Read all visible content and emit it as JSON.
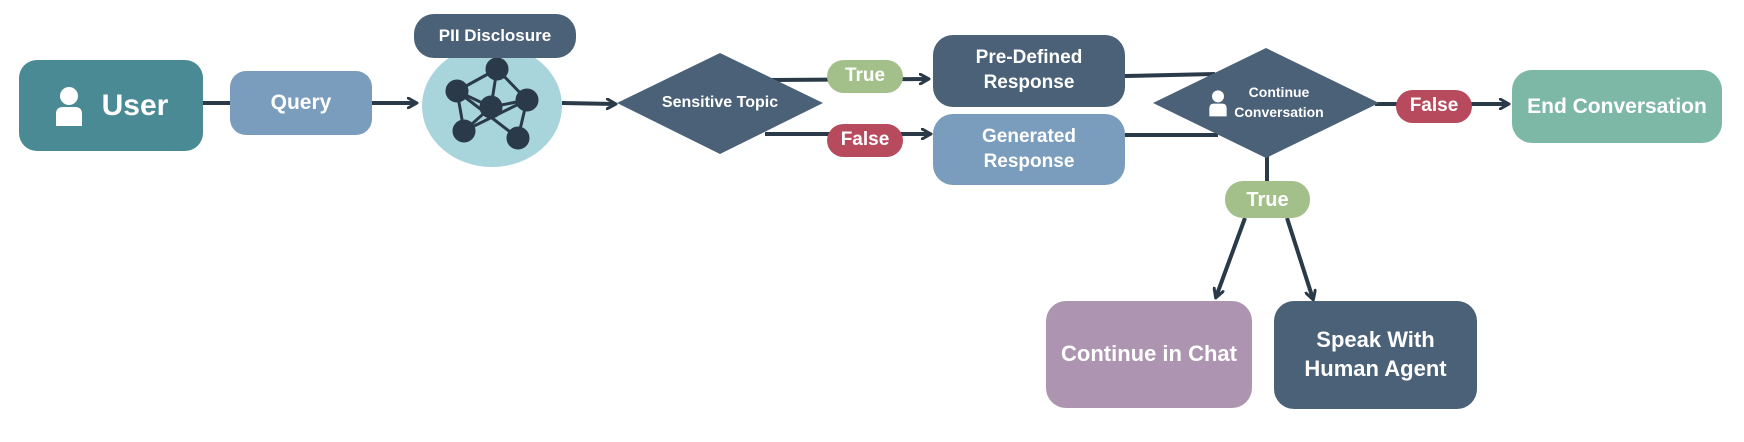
{
  "colors": {
    "line": "#2b3a49",
    "teal": "#4a8a94",
    "steel": "#7b9dbd",
    "navy": "#4a6178",
    "light_teal": "#a8d4dc",
    "sage_true": "#a3bf8a",
    "rose_false": "#b84a5e",
    "mint": "#7db8a6",
    "mauve": "#ad94b0"
  },
  "icons": {
    "user": "person-icon",
    "pii": "network-graph-icon"
  },
  "nodes": {
    "user": {
      "label": "User"
    },
    "query": {
      "label": "Query"
    },
    "pii": {
      "label": "PII Disclosure"
    },
    "sensitive_topic": {
      "label": "Sensitive Topic"
    },
    "predefined": {
      "label": "Pre-Defined\nResponse"
    },
    "generated": {
      "label": "Generated\nResponse"
    },
    "continue_conv": {
      "label": "Continue\nConversation"
    },
    "end_conv": {
      "label": "End Conversation"
    },
    "continue_chat": {
      "label": "Continue in Chat"
    },
    "human_agent": {
      "label": "Speak With\nHuman Agent"
    }
  },
  "edge_labels": {
    "sensitive_true": "True",
    "sensitive_false": "False",
    "continue_false": "False",
    "continue_true": "True"
  }
}
